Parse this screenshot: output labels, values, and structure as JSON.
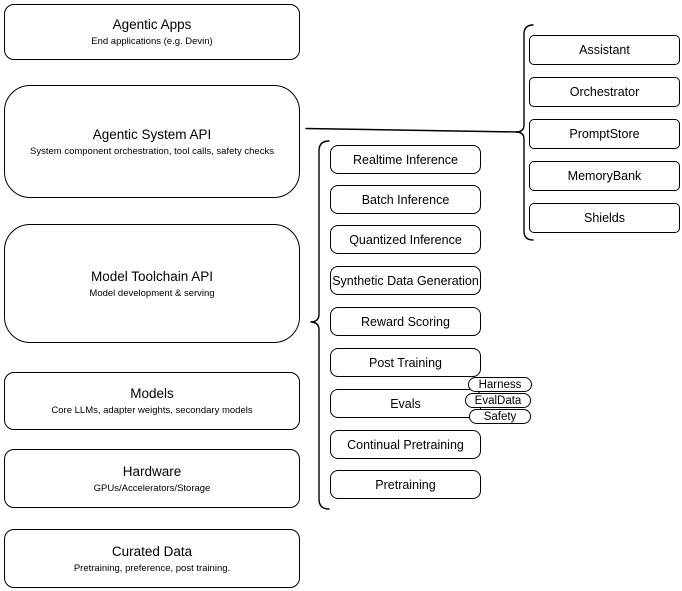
{
  "diagram": {
    "left_stack": [
      {
        "title": "Agentic Apps",
        "subtitle": "End applications (e.g. Devin)"
      },
      {
        "title": "Agentic System API",
        "subtitle": "System component orchestration, tool calls, safety checks"
      },
      {
        "title": "Model Toolchain API",
        "subtitle": "Model development & serving"
      },
      {
        "title": "Models",
        "subtitle": "Core LLMs, adapter weights, secondary models"
      },
      {
        "title": "Hardware",
        "subtitle": "GPUs/Accelerators/Storage"
      },
      {
        "title": "Curated Data",
        "subtitle": "Pretraining, preference, post training."
      }
    ],
    "toolchain_api_components": [
      {
        "label": "Realtime Inference"
      },
      {
        "label": "Batch Inference"
      },
      {
        "label": "Quantized Inference"
      },
      {
        "label": "Synthetic Data Generation"
      },
      {
        "label": "Reward Scoring"
      },
      {
        "label": "Post Training"
      },
      {
        "label": "Evals"
      },
      {
        "label": "Continual Pretraining"
      },
      {
        "label": "Pretraining"
      }
    ],
    "evals_tags": [
      {
        "label": "Harness"
      },
      {
        "label": "EvalData"
      },
      {
        "label": "Safety"
      }
    ],
    "system_api_components": [
      {
        "label": "Assistant"
      },
      {
        "label": "Orchestrator"
      },
      {
        "label": "PromptStore"
      },
      {
        "label": "MemoryBank"
      },
      {
        "label": "Shields"
      }
    ],
    "colors": {
      "stroke": "#000000",
      "background": "#ffffff"
    }
  }
}
